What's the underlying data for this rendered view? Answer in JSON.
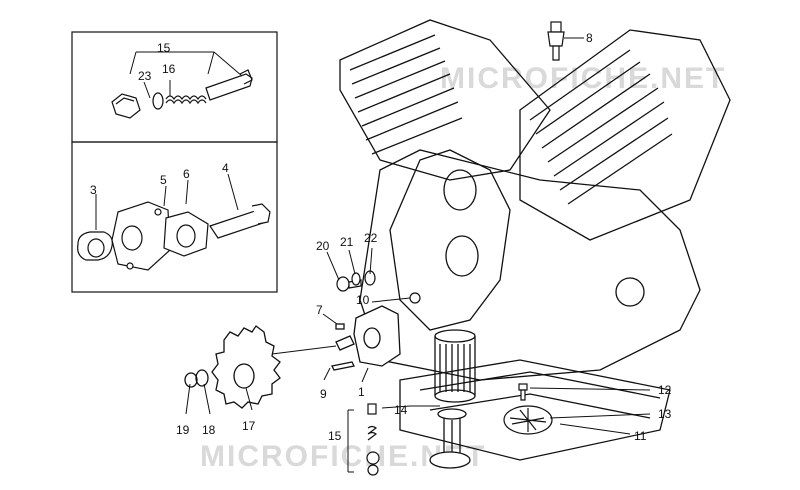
{
  "watermark": "MICROFICHE.NET",
  "parts": [
    {
      "id": "part-1",
      "label": "1"
    },
    {
      "id": "part-3",
      "label": "3"
    },
    {
      "id": "part-4",
      "label": "4"
    },
    {
      "id": "part-5",
      "label": "5"
    },
    {
      "id": "part-6",
      "label": "6"
    },
    {
      "id": "part-7",
      "label": "7"
    },
    {
      "id": "part-8",
      "label": "8"
    },
    {
      "id": "part-9",
      "label": "9"
    },
    {
      "id": "part-10",
      "label": "10"
    },
    {
      "id": "part-11",
      "label": "11"
    },
    {
      "id": "part-12",
      "label": "12"
    },
    {
      "id": "part-13",
      "label": "13"
    },
    {
      "id": "part-14",
      "label": "14"
    },
    {
      "id": "part-15-inset",
      "label": "15"
    },
    {
      "id": "part-15-main",
      "label": "15"
    },
    {
      "id": "part-16",
      "label": "16"
    },
    {
      "id": "part-17",
      "label": "17"
    },
    {
      "id": "part-18",
      "label": "18"
    },
    {
      "id": "part-19",
      "label": "19"
    },
    {
      "id": "part-20",
      "label": "20"
    },
    {
      "id": "part-21",
      "label": "21"
    },
    {
      "id": "part-22",
      "label": "22"
    },
    {
      "id": "part-23",
      "label": "23"
    }
  ]
}
